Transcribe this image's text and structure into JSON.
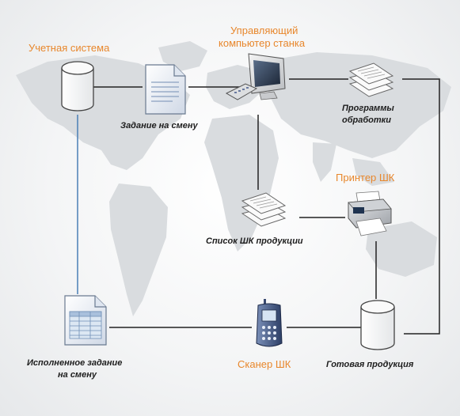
{
  "nodes": {
    "accounting_system": "Учетная система",
    "machine_pc_line1": "Управляющий",
    "machine_pc_line2": "компьютер станка",
    "shift_task": "Задание на смену",
    "programs_line1": "Программы",
    "programs_line2": "обработки",
    "barcode_printer": "Принтер ШК",
    "barcode_list": "Список ШК продукции",
    "completed_task_line1": "Исполненное задание",
    "completed_task_line2": "на смену",
    "barcode_scanner": "Сканер ШК",
    "finished_goods": "Готовая продукция"
  },
  "colors": {
    "accent_label": "#e8872c",
    "connector": "#222222",
    "connector_blue": "#4a7fb5",
    "map": "#d8dbde"
  }
}
